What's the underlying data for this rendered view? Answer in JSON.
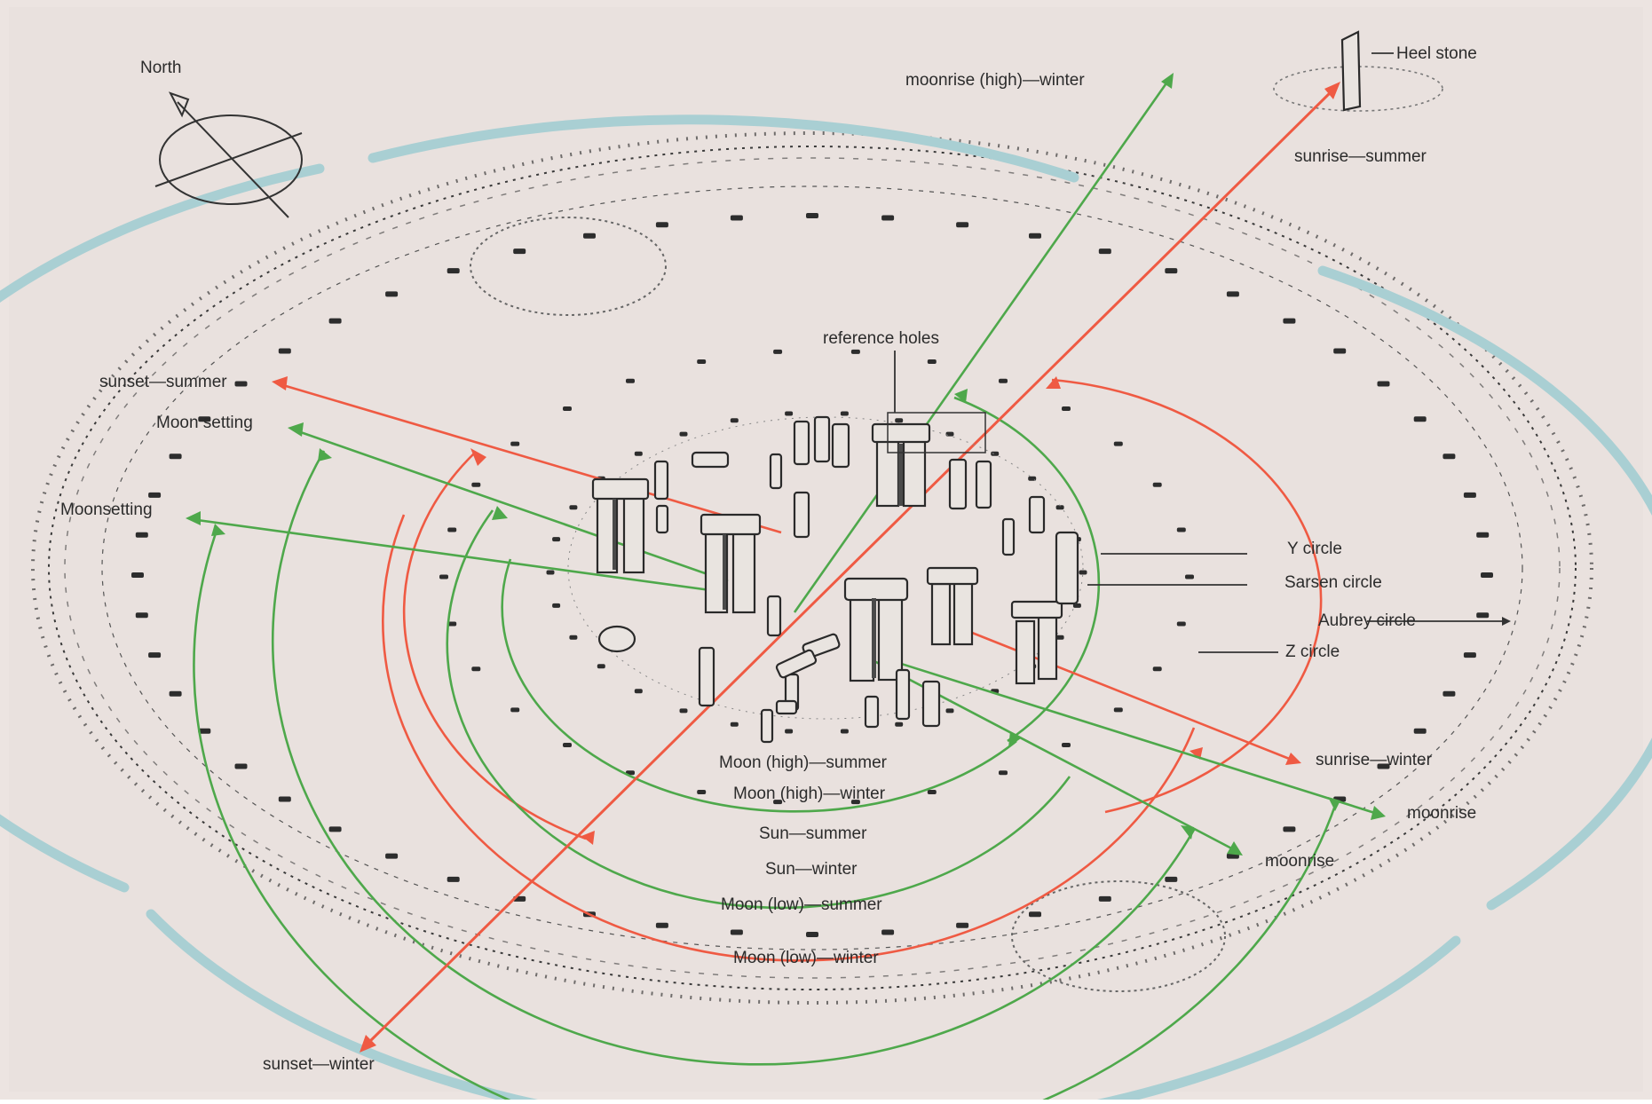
{
  "colors": {
    "background": "#ece4e1",
    "sun": "#ef5a43",
    "moon": "#4ea84b",
    "ditch": "#a9cfd3",
    "ink": "#2b2b2b"
  },
  "compass": {
    "label": "North"
  },
  "labels": {
    "heel_stone": "Heel stone",
    "moonrise_high_winter": "moonrise (high)—winter",
    "sunrise_summer": "sunrise—summer",
    "reference_holes": "reference holes",
    "sunset_summer": "sunset—summer",
    "moon_setting_1": "Moon setting",
    "moon_setting_2": "Moonsetting",
    "y_circle": "Y circle",
    "sarsen_circle": "Sarsen circle",
    "aubrey_circle": "Aubrey circle",
    "z_circle": "Z circle",
    "sunrise_winter": "sunrise—winter",
    "moonrise_1": "moonrise",
    "moonrise_2": "moonrise",
    "sunset_winter": "sunset—winter"
  },
  "arcs": [
    {
      "label": "Moon (high)—summer",
      "kind": "moon"
    },
    {
      "label": "Moon (high)—winter",
      "kind": "moon"
    },
    {
      "label": "Sun—summer",
      "kind": "sun"
    },
    {
      "label": "Sun—winter",
      "kind": "sun"
    },
    {
      "label": "Moon (low)—summer",
      "kind": "moon"
    },
    {
      "label": "Moon (low)—winter",
      "kind": "moon"
    }
  ]
}
